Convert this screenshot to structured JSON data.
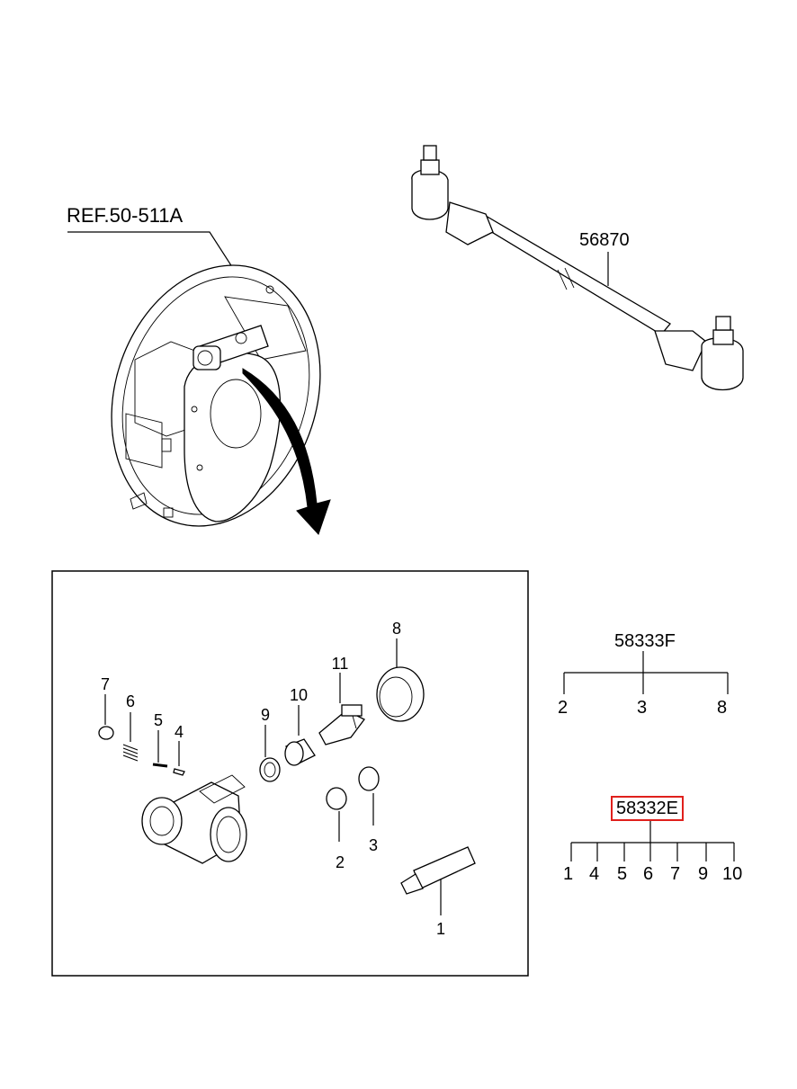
{
  "ref_label": "REF.50-511A",
  "tie_rod_label": "56870",
  "kit_f": {
    "code": "58333F",
    "items": [
      "2",
      "3",
      "8"
    ]
  },
  "kit_e": {
    "code": "58332E",
    "items": [
      "1",
      "4",
      "5",
      "6",
      "7",
      "9",
      "10"
    ],
    "highlight_color": "#e0201c"
  },
  "callouts": {
    "c1": "1",
    "c2": "2",
    "c3": "3",
    "c4": "4",
    "c5": "5",
    "c6": "6",
    "c7": "7",
    "c8": "8",
    "c9": "9",
    "c10": "10",
    "c11": "11"
  }
}
